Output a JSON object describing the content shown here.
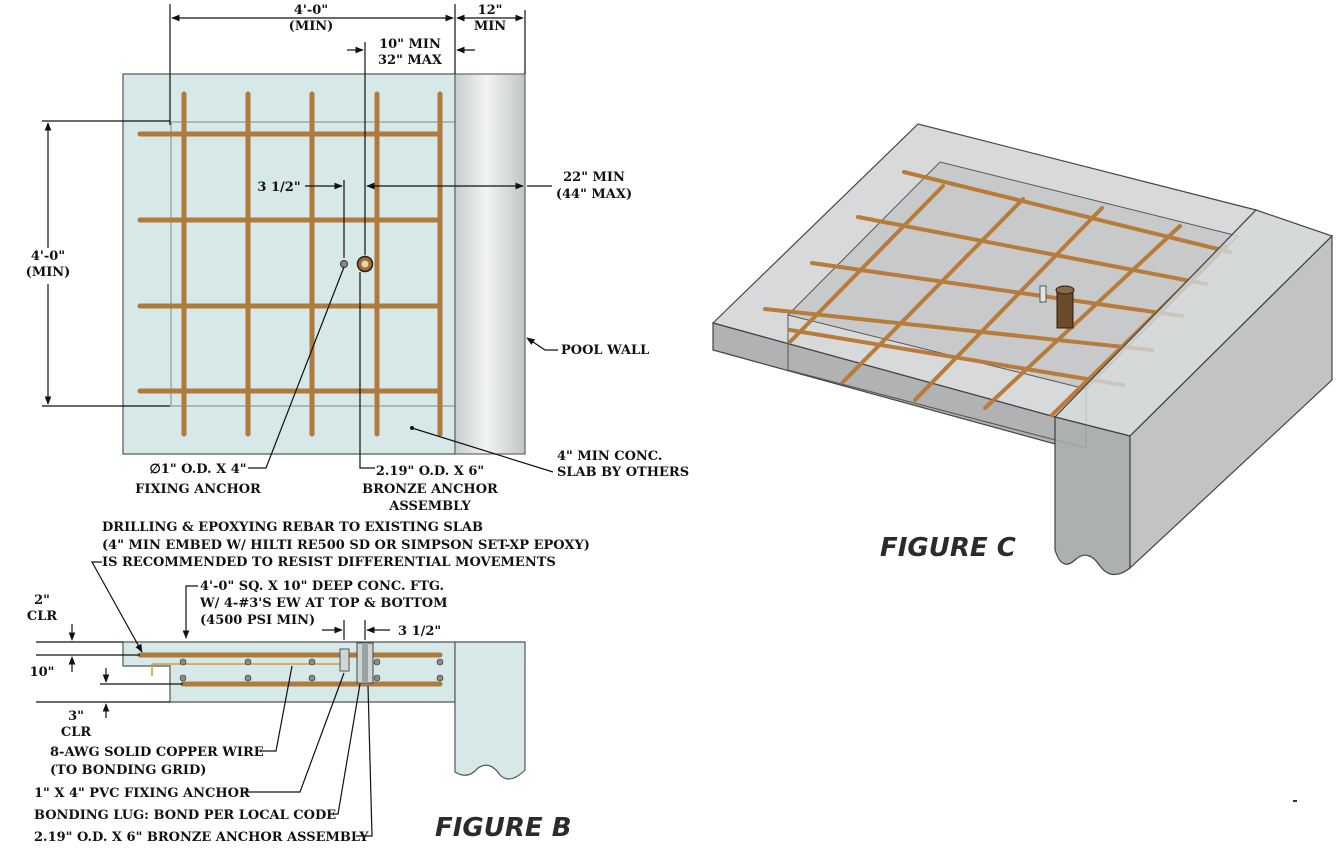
{
  "figure_b_title": "FIGURE B",
  "figure_c_title": "FIGURE C",
  "plan": {
    "width_dim": "4'-0\"",
    "width_min": "(MIN)",
    "wall_dim": "12\"",
    "wall_min": "MIN",
    "anchor_offset_top": "10\" MIN",
    "anchor_offset_bottom": "32\" MAX",
    "spacing_dim": "3 1/2\"",
    "wall_offset_top": "22\" MIN",
    "wall_offset_bottom": "(44\" MAX)",
    "height_dim": "4'-0\"",
    "height_min": "(MIN)",
    "pool_wall": "POOL WALL",
    "slab_line1": "4\" MIN CONC.",
    "slab_line2": "SLAB BY OTHERS",
    "fixing_line1": "∅1\" O.D. X 4\"",
    "fixing_line2": "FIXING ANCHOR",
    "bronze_line1": "2.19\" O.D. X 6\"",
    "bronze_line2": "BRONZE ANCHOR",
    "bronze_line3": "ASSEMBLY"
  },
  "section": {
    "drill_line1": "DRILLING & EPOXYING REBAR TO EXISTING SLAB",
    "drill_line2": "(4\" MIN EMBED W/ HILTI RE500 SD OR SIMPSON SET-XP EPOXY)",
    "drill_line3": "IS RECOMMENDED TO RESIST DIFFERENTIAL MOVEMENTS",
    "ftg_line1": "4'-0\" SQ. X 10\" DEEP CONC. FTG.",
    "ftg_line2": "W/ 4-#3'S EW AT TOP & BOTTOM",
    "ftg_line3": "(4500 PSI MIN)",
    "clr_top_value": "2\"",
    "clr_top_label": "CLR",
    "depth": "10\"",
    "clr_bottom_value": "3\"",
    "clr_bottom_label": "CLR",
    "spacing": "3 1/2\"",
    "copper_line1": "8-AWG SOLID COPPER WIRE",
    "copper_line2": "(TO BONDING GRID)",
    "pvc": "1\" X 4\" PVC FIXING ANCHOR",
    "lug": "BONDING LUG: BOND PER LOCAL CODE",
    "bronze": "2.19\" O.D. X 6\" BRONZE ANCHOR ASSEMBLY"
  }
}
